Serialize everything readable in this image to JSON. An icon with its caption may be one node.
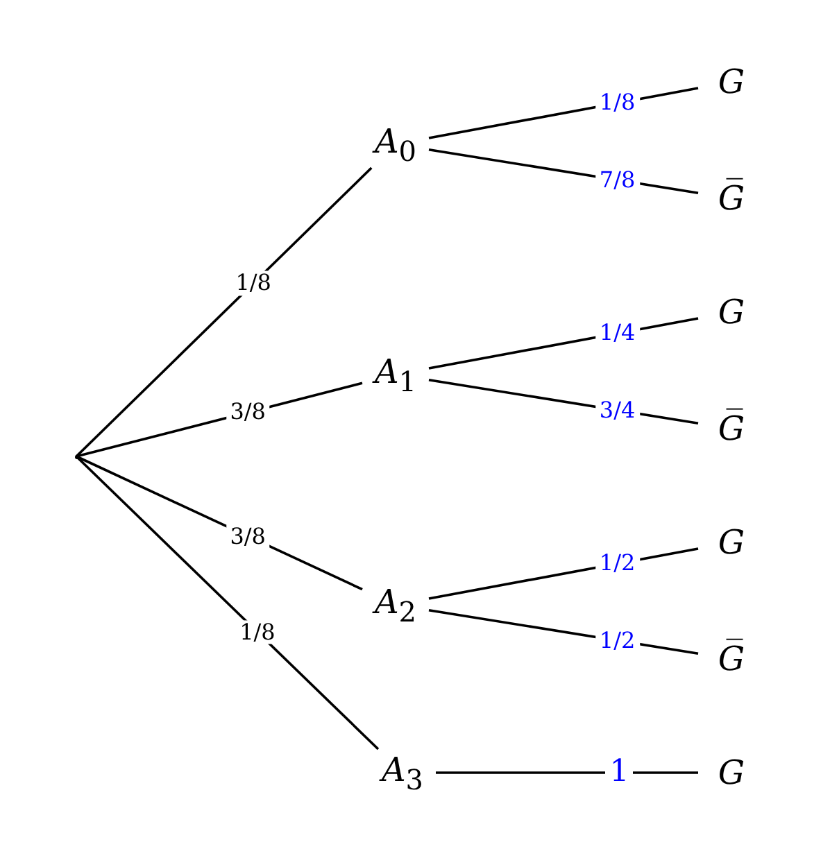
{
  "diagram": {
    "nodes": [
      {
        "text": [],
        "shape": "point"
      },
      {
        "text": [
          "*A*$_{0}$"
        ]
      },
      {
        "text": [
          "*A*$_{1}$"
        ]
      },
      {
        "text": [
          "*A*$_{2}$"
        ]
      },
      {
        "text": [
          "*A*$_{3}$"
        ]
      },
      {
        "text": [
          "G"
        ]
      },
      {
        "text": [
          "G̅"
        ]
      },
      {
        "text": [
          "G"
        ]
      },
      {
        "text": [
          "G̅"
        ]
      },
      {
        "text": [
          "G"
        ]
      },
      {
        "text": [
          "G̅"
        ]
      },
      {
        "text": [
          "G"
        ]
      }
    ],
    "edges": [
      {
        "from": 0,
        "to": 1,
        "arrow": "none",
        "label": "1/8"
      },
      {
        "from": 0,
        "to": 2,
        "arrow": "none",
        "label": "3/8"
      },
      {
        "from": 0,
        "to": 3,
        "arrow": "none",
        "label": "3/8"
      },
      {
        "from": 0,
        "to": 4,
        "arrow": "none",
        "label": "1/8"
      },
      {
        "from": 1,
        "to": 5,
        "arrow": "none",
        "label": "1/8"
      },
      {
        "from": 1,
        "to": 6,
        "arrow": "none",
        "label": "7/8"
      },
      {
        "from": 2,
        "to": 7,
        "arrow": "none",
        "label": "1/4"
      },
      {
        "from": 2,
        "to": 8,
        "arrow": "none",
        "label": "3/4"
      },
      {
        "from": 3,
        "to": 9,
        "arrow": "none",
        "label": "1/2"
      },
      {
        "from": 3,
        "to": 10,
        "arrow": "none",
        "label": "1/2"
      },
      {
        "from": 4,
        "to": 11,
        "arrow": "none",
        "label": "1"
      }
    ]
  }
}
